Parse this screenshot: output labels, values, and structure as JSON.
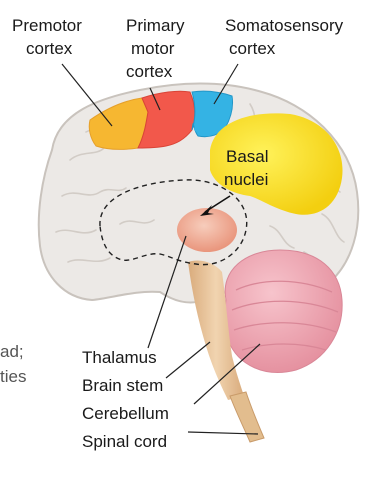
{
  "labels": {
    "premotor_line1": "Premotor",
    "premotor_line2": "cortex",
    "primary_line1": "Primary",
    "primary_line2": "motor",
    "primary_line3": "cortex",
    "somato_line1": "Somatosensory",
    "somato_line2": "cortex",
    "basal_line1": "Basal",
    "basal_line2": "nuclei",
    "thalamus": "Thalamus",
    "brain_stem": "Brain stem",
    "cerebellum": "Cerebellum",
    "spinal_cord": "Spinal cord"
  },
  "cutoff_text": {
    "line1": "ad;",
    "line2": "ties"
  },
  "colors": {
    "brain": "#ece9e6",
    "brain_outline": "#c9c3bd",
    "premotor": "#f6b731",
    "primary_motor": "#f2584b",
    "somatosensory": "#34b3e4",
    "basal_nuclei": "#f7e21a",
    "thalamus": "#f2b29c",
    "cerebellum": "#f1a8b4",
    "brain_stem": "#e8c9a4",
    "spinal_cord": "#e2bd8e"
  }
}
